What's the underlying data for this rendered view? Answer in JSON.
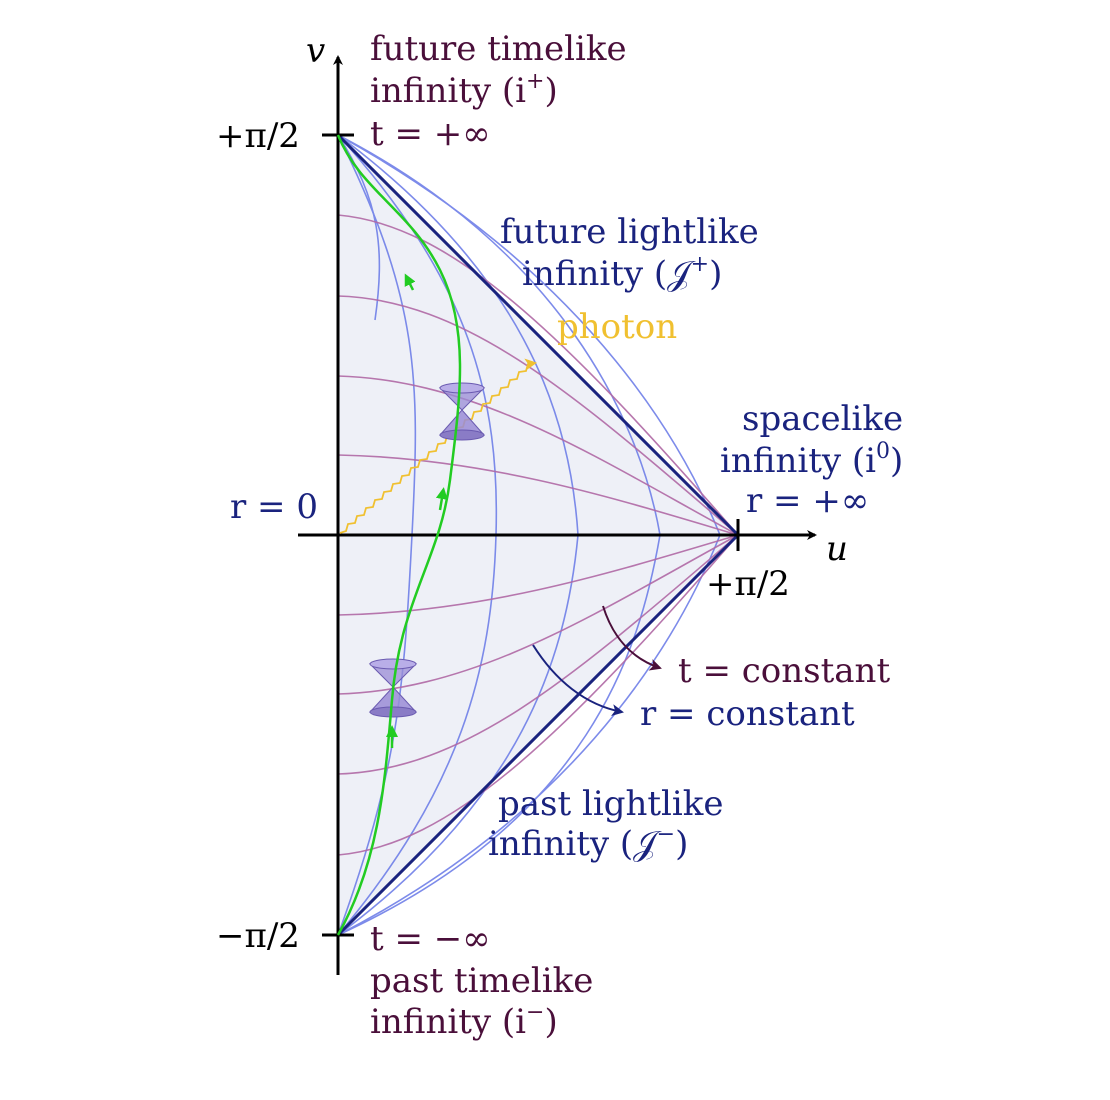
{
  "axes": {
    "v_label": "v",
    "u_label": "u",
    "v_top_tick": "+π/2",
    "v_bottom_tick": "−π/2",
    "u_tick": "+π/2"
  },
  "labels": {
    "future_timelike": [
      "future timelike",
      "infinity (i",
      "+",
      ")",
      "t = +∞"
    ],
    "future_lightlike": [
      "future lightlike",
      "infinity (",
      "𝒥",
      "+",
      ")"
    ],
    "photon": "photon",
    "spacelike": [
      "spacelike",
      "infinity (i",
      "0",
      ")",
      "r = +∞"
    ],
    "r_zero": "r = 0",
    "t_constant": "t = constant",
    "r_constant": "r = constant",
    "past_lightlike": [
      "past lightlike",
      "infinity (",
      "𝒥",
      "−",
      ")"
    ],
    "past_timelike": [
      "t = −∞",
      "past timelike",
      "infinity (i",
      "−",
      ")"
    ]
  },
  "colors": {
    "boundary": "#1a237e",
    "fill": "#eef0f7",
    "r_constant_curves": "#6f7fe8",
    "t_constant_curves": "#b069a5",
    "worldline": "#22cc22",
    "photon": "#f0c030",
    "cone": "#9a8cd6",
    "maroon_text": "#4a0f3a",
    "navy_text": "#1a237e"
  }
}
